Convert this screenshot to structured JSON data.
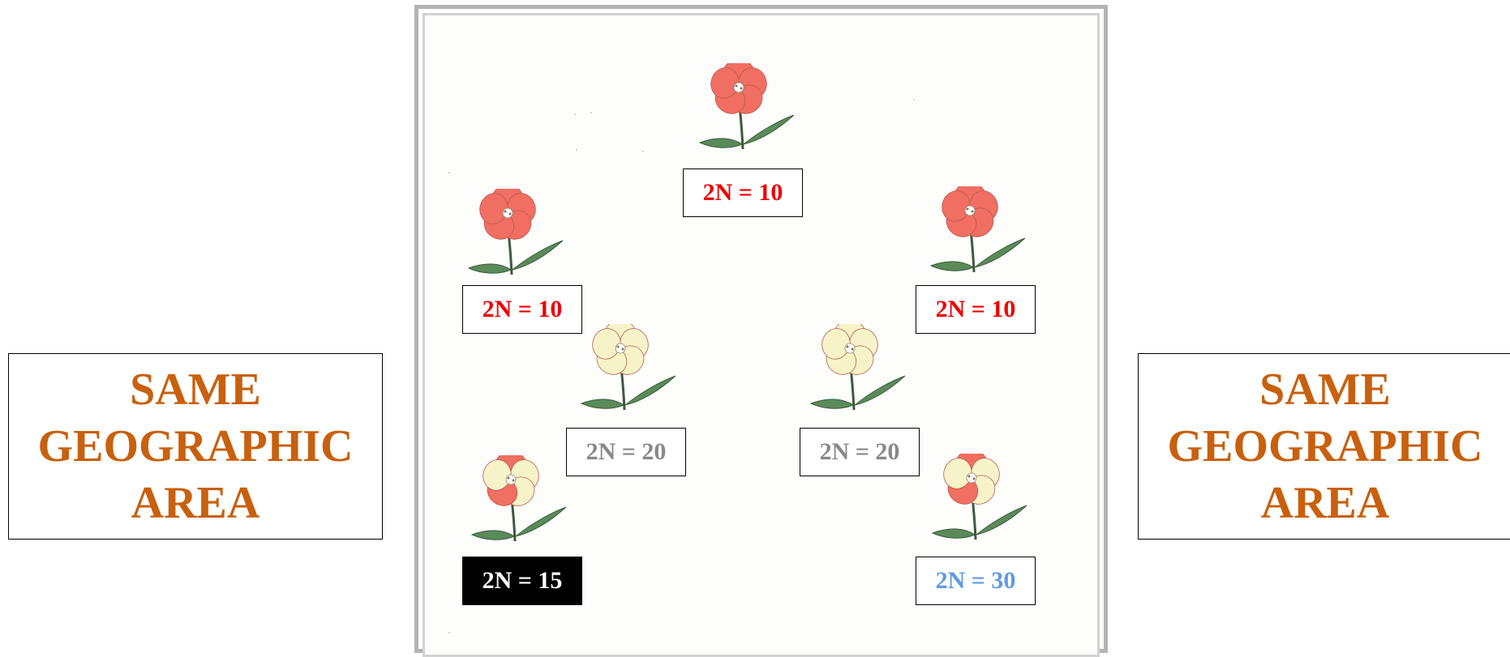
{
  "side_labels": {
    "left": [
      "SAME",
      "GEOGRAPHIC",
      "AREA"
    ],
    "right": [
      "SAME",
      "GEOGRAPHIC",
      "AREA"
    ]
  },
  "flowers": [
    {
      "id": "top",
      "petals": "red",
      "label": "2N = 10",
      "label_color": "#ee0000"
    },
    {
      "id": "upper-left",
      "petals": "red",
      "label": "2N = 10",
      "label_color": "#ee0000"
    },
    {
      "id": "upper-right",
      "petals": "red",
      "label": "2N = 10",
      "label_color": "#ee0000"
    },
    {
      "id": "middle-left",
      "petals": "cream",
      "label": "2N = 20",
      "label_color": "#888888"
    },
    {
      "id": "middle-right",
      "petals": "cream",
      "label": "2N = 20",
      "label_color": "#888888"
    },
    {
      "id": "lower-left",
      "petals": "mixed",
      "label": "2N = 15",
      "label_color": "#ffffff",
      "label_bg": "#000000"
    },
    {
      "id": "lower-right",
      "petals": "mixed",
      "label": "2N = 30",
      "label_color": "#5f9ae8"
    }
  ],
  "colors": {
    "side_text": "#c8600e",
    "red_petal": "#f06e62",
    "cream_petal": "#f7f3c8",
    "leaf": "#5b8a5a",
    "stem": "#3c5a3c"
  }
}
